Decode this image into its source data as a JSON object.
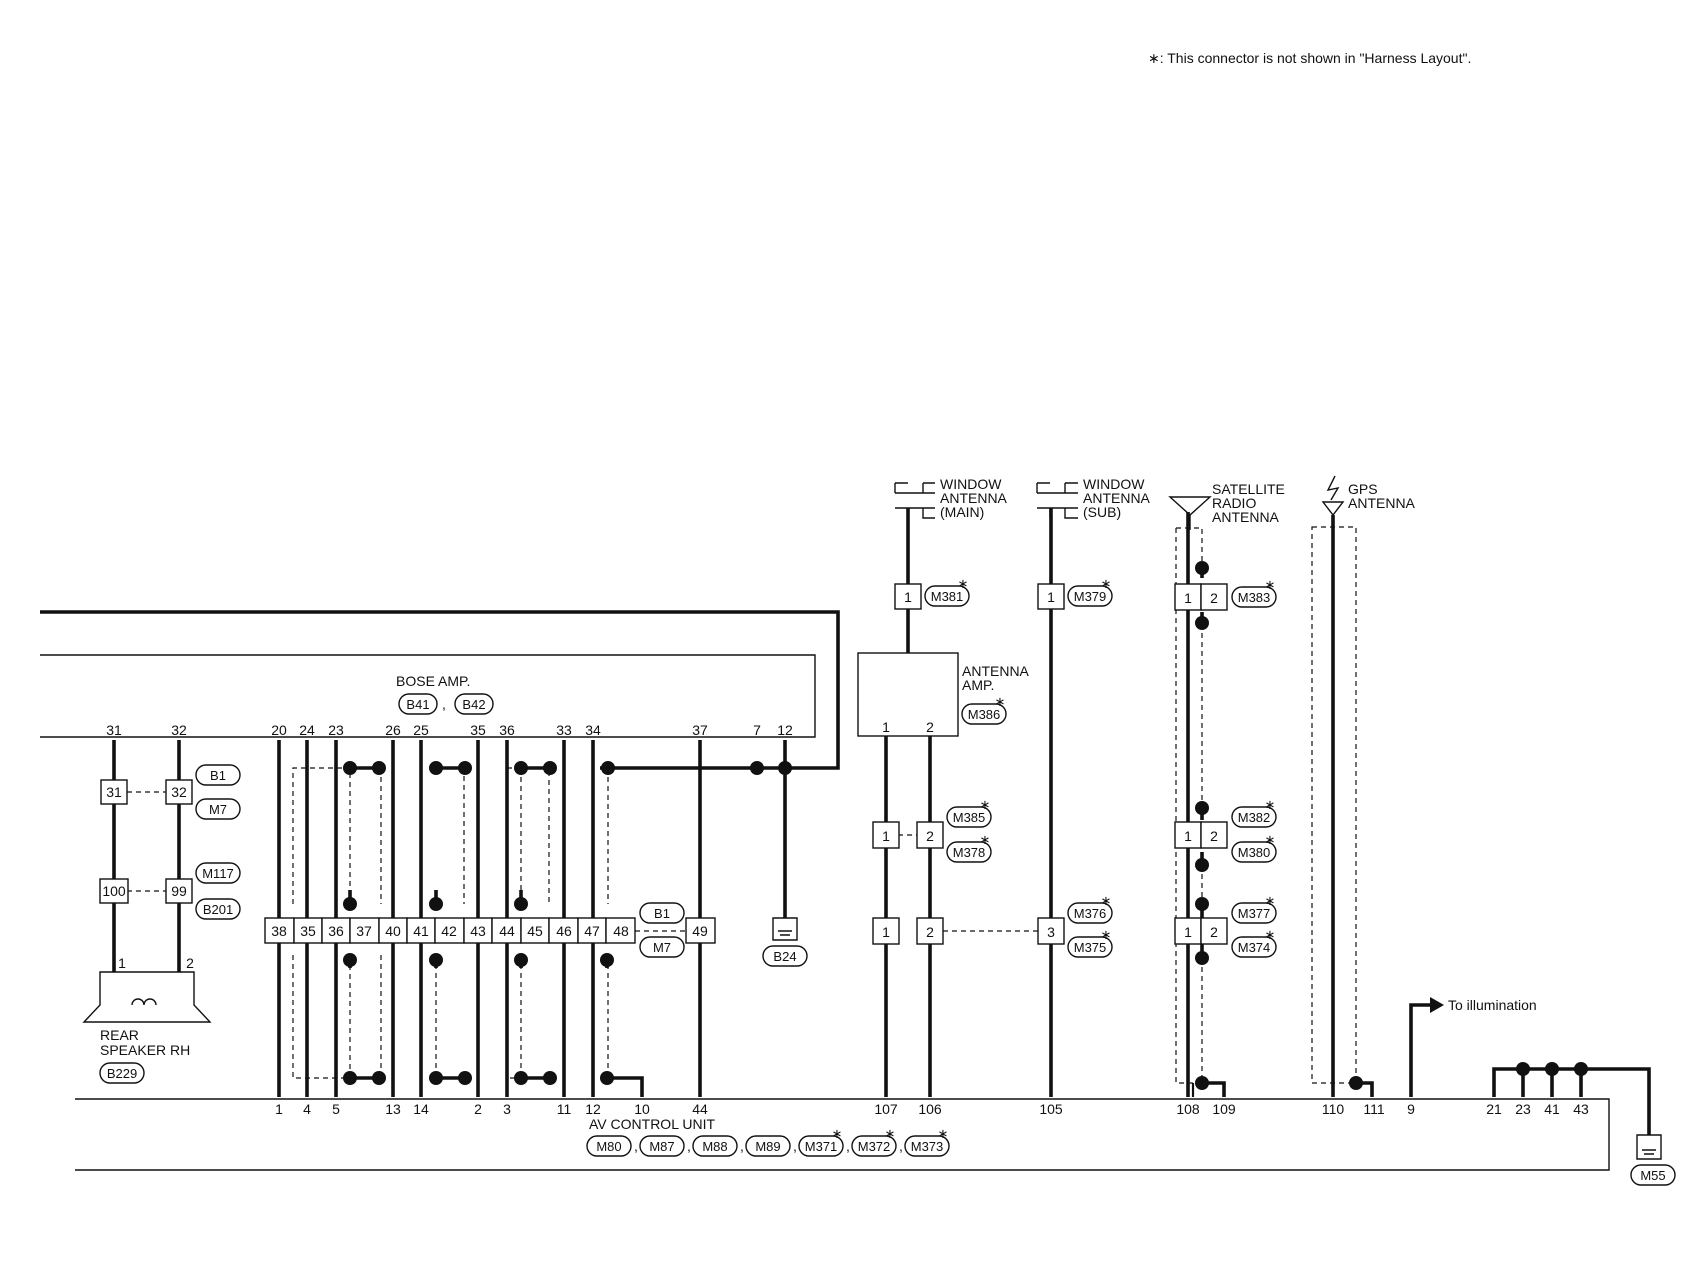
{
  "note": "∗: This connector is not shown in \"Harness Layout\".",
  "star": "∗",
  "bose_amp": {
    "label": "BOSE AMP.",
    "connectors": [
      "B41",
      "B42"
    ],
    "pins": [
      "31",
      "32",
      "20",
      "24",
      "23",
      "26",
      "25",
      "35",
      "36",
      "33",
      "34",
      "37",
      "7",
      "12"
    ]
  },
  "b1_m7_upper": {
    "left": "31",
    "right": "32",
    "tags": [
      "B1",
      "M7"
    ]
  },
  "m117_b201": {
    "left": "100",
    "right": "99",
    "tags": [
      "M117",
      "B201"
    ]
  },
  "rear_speaker": {
    "label_1": "REAR",
    "label_2": "SPEAKER RH",
    "connector": "B229",
    "pins": [
      "1",
      "2"
    ]
  },
  "junction_connector": {
    "cells": [
      "38",
      "35",
      "36",
      "37",
      "40",
      "41",
      "42",
      "43",
      "44",
      "45",
      "46",
      "47",
      "48",
      "49"
    ],
    "tags": [
      "B1",
      "M7"
    ]
  },
  "ground_b24": "B24",
  "ground_m55": "M55",
  "window_antenna_main": {
    "label_1": "WINDOW",
    "label_2": "ANTENNA",
    "label_3": "(MAIN)",
    "pin": "1",
    "connector": "M381"
  },
  "window_antenna_sub": {
    "label_1": "WINDOW",
    "label_2": "ANTENNA",
    "label_3": "(SUB)",
    "pin": "1",
    "connector": "M379"
  },
  "antenna_amp": {
    "label_1": "ANTENNA",
    "label_2": "AMP.",
    "connector": "M386",
    "pins": [
      "1",
      "2"
    ]
  },
  "m385_m378": {
    "left": "1",
    "right": "2",
    "tags": [
      "M385",
      "M378"
    ]
  },
  "m376_m375": {
    "left": "1",
    "right": "2",
    "far": "3",
    "tags": [
      "M376",
      "M375"
    ]
  },
  "satellite_antenna": {
    "label_1": "SATELLITE",
    "label_2": "RADIO",
    "label_3": "ANTENNA",
    "connector": "M383",
    "pins": [
      "1",
      "2"
    ]
  },
  "m382_m380": {
    "pins": [
      "1",
      "2"
    ],
    "tags": [
      "M382",
      "M380"
    ]
  },
  "m377_m374": {
    "pins": [
      "1",
      "2"
    ],
    "tags": [
      "M377",
      "M374"
    ]
  },
  "gps_antenna": {
    "label_1": "GPS",
    "label_2": "ANTENNA"
  },
  "illumination": "To illumination",
  "av_unit": {
    "label": "AV CONTROL UNIT",
    "connectors": [
      "M80",
      "M87",
      "M88",
      "M89",
      "M371",
      "M372",
      "M373"
    ],
    "pins": [
      "1",
      "4",
      "5",
      "13",
      "14",
      "2",
      "3",
      "11",
      "12",
      "10",
      "44",
      "107",
      "106",
      "105",
      "108",
      "109",
      "110",
      "111",
      "9",
      "21",
      "23",
      "41",
      "43"
    ]
  }
}
